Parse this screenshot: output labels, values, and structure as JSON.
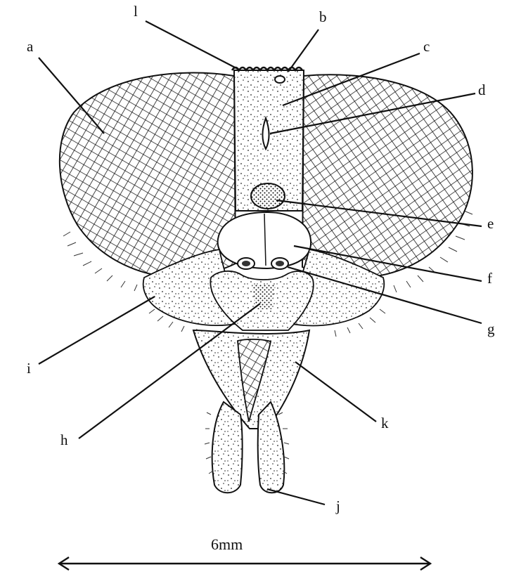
{
  "labels": {
    "a": "a",
    "b": "b",
    "c": "c",
    "d": "d",
    "e": "e",
    "f": "f",
    "g": "g",
    "h": "h",
    "i": "i",
    "j": "j",
    "k": "k",
    "l": "l"
  },
  "scale_bar": {
    "text": "6mm"
  }
}
